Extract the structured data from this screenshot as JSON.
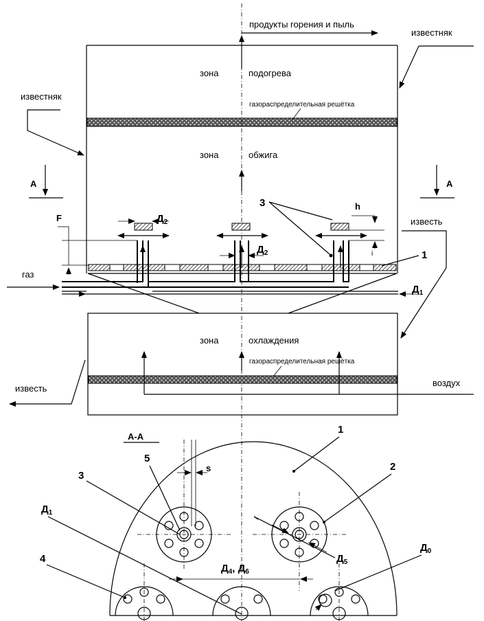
{
  "labels": {
    "products": "продукты горения и пыль",
    "limestone_right": "известняк",
    "limestone_left": "известняк",
    "zone_word_1": "зона",
    "preheat": "подогрева",
    "grid_top": "газораспределительная решётка",
    "zone_word_2": "зона",
    "burning": "обжига",
    "section_left": "А",
    "section_right": "А",
    "num_3_top": "3",
    "h": "h",
    "lime_right": "известь",
    "F": "F",
    "D2_a": "Д",
    "D2_a_sub": "2",
    "D2_b": "Д",
    "D2_b_sub": "2",
    "i": "i",
    "num_1_top": "1",
    "gas": "газ",
    "D1_top": "Д",
    "D1_top_sub": "1",
    "zone_word_3": "зона",
    "cooling": "охлаждения",
    "grid_bottom": "газораспределительная решётка",
    "lime_left": "известь",
    "air": "воздух",
    "section_AA": "А-А",
    "num_1_plan": "1",
    "num_5": "5",
    "s": "s",
    "num_2": "2",
    "num_3_plan": "3",
    "D1_plan": "Д",
    "D1_plan_sub": "1",
    "D5": "Д",
    "D5_sub": "5",
    "D0": "Д",
    "D0_sub": "0",
    "num_4": "4",
    "D4D6": "Д",
    "D4D6_sub1": "4",
    "D4D6_mid": ", Д",
    "D4D6_sub2": "6"
  }
}
